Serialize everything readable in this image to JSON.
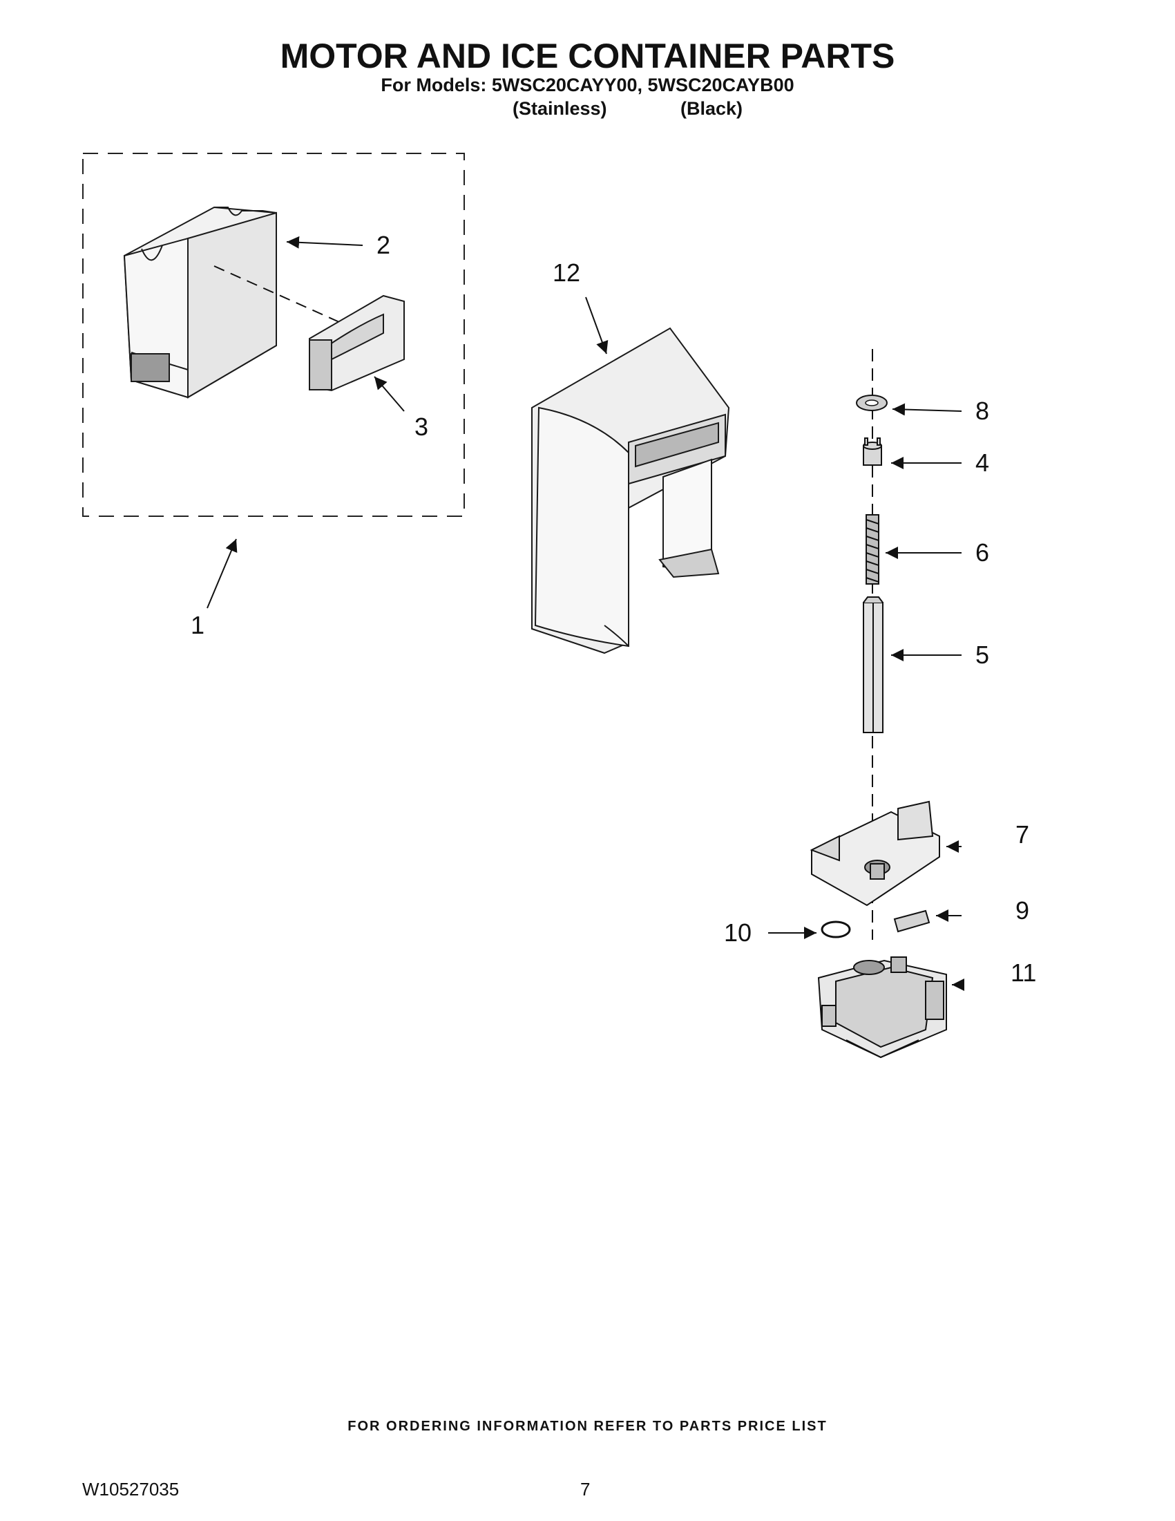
{
  "header": {
    "title": "MOTOR AND ICE CONTAINER PARTS",
    "models_line": "For Models: 5WSC20CAYY00, 5WSC20CAYB00",
    "variant_stainless": "(Stainless)",
    "variant_black": "(Black)"
  },
  "callouts": {
    "c1": "1",
    "c2": "2",
    "c3": "3",
    "c4": "4",
    "c5": "5",
    "c6": "6",
    "c7": "7",
    "c8": "8",
    "c9": "9",
    "c10": "10",
    "c11": "11",
    "c12": "12"
  },
  "footer": {
    "ordering_note": "FOR ORDERING INFORMATION REFER TO PARTS PRICE LIST",
    "doc_number": "W10527035",
    "page_number": "7"
  },
  "colors": {
    "line": "#1a1a1a",
    "shade": "#cfcfcf",
    "dark": "#8a8a8a"
  }
}
